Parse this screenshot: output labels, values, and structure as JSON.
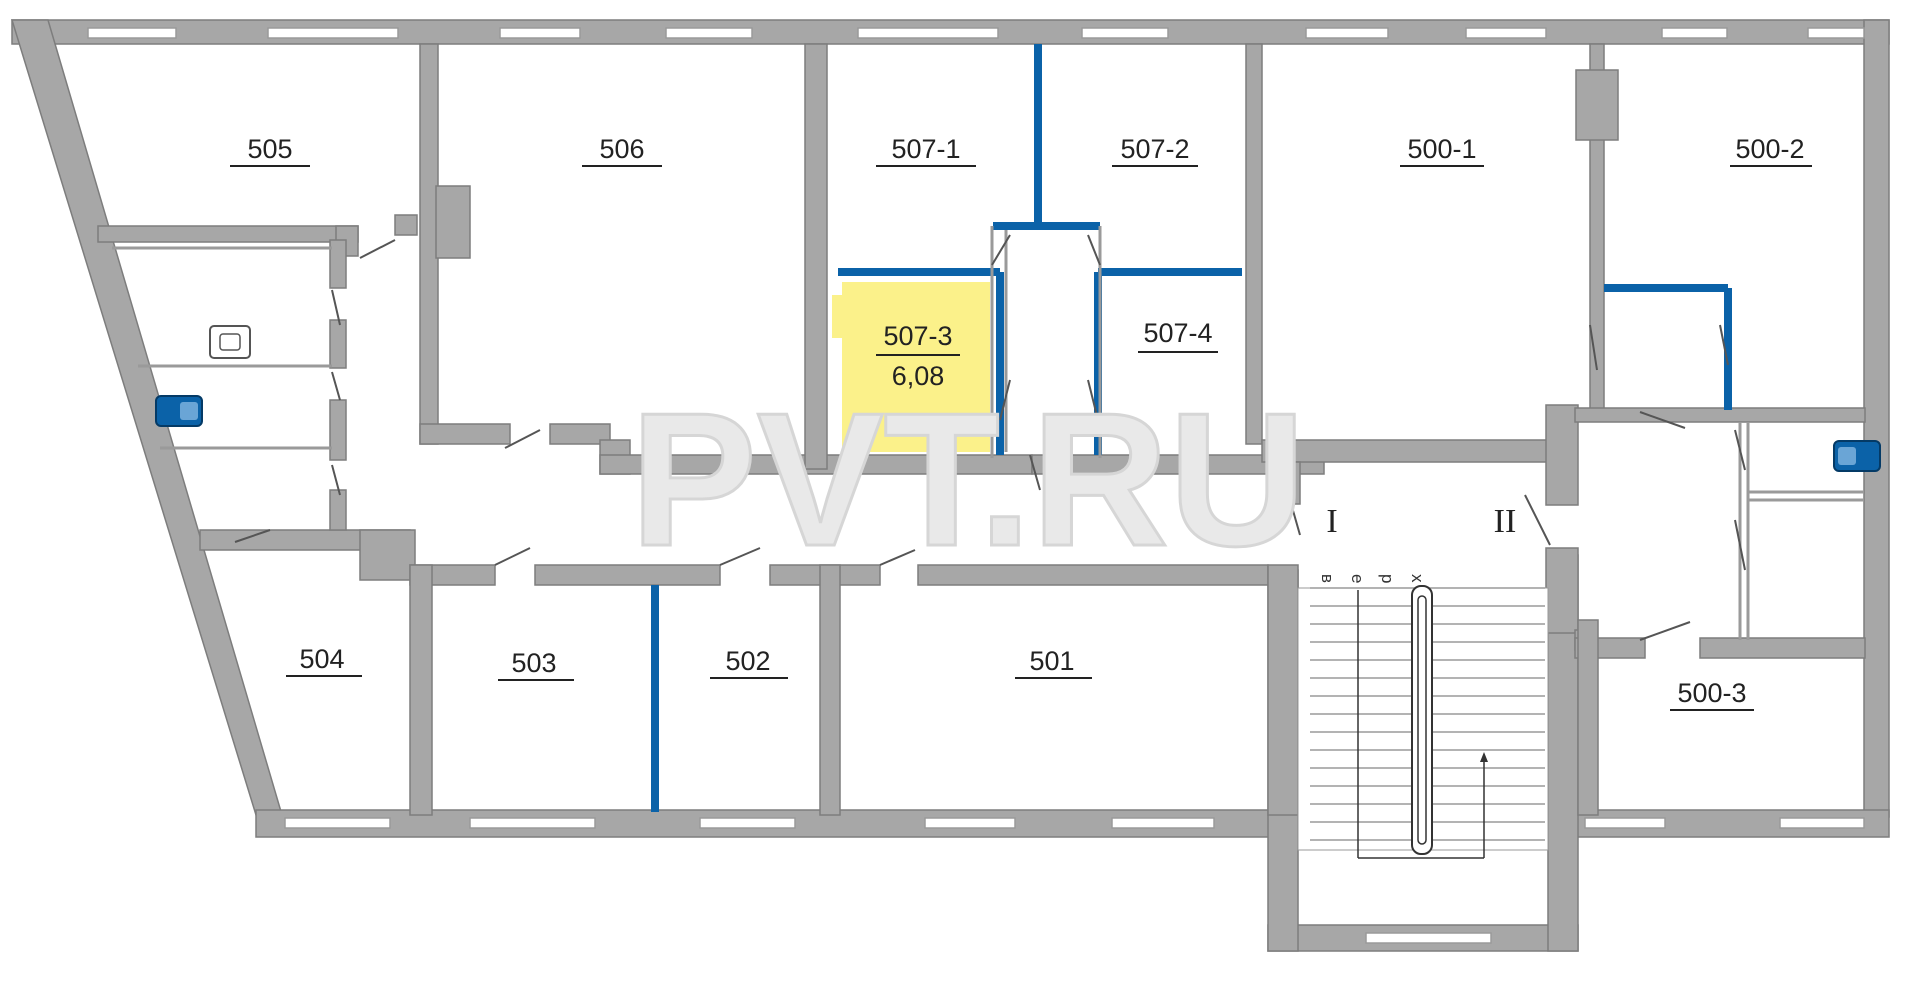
{
  "watermark": "PVT.RU",
  "rooms": {
    "r505": "505",
    "r506": "506",
    "r507_1": "507-1",
    "r507_2": "507-2",
    "r500_1": "500-1",
    "r500_2": "500-2",
    "r507_3": "507-3",
    "r507_3_area": "6,08",
    "r507_4": "507-4",
    "r504": "504",
    "r503": "503",
    "r502": "502",
    "r501": "501",
    "r500_3": "500-3"
  },
  "stairs": {
    "label_I": "I",
    "label_II": "II",
    "direction_letters": [
      "в",
      "е",
      "р",
      "х"
    ]
  },
  "colors": {
    "highlight_room": "#fbf18a",
    "partition_blue": "#0b62a8",
    "wall_gray": "#a7a7a7"
  }
}
